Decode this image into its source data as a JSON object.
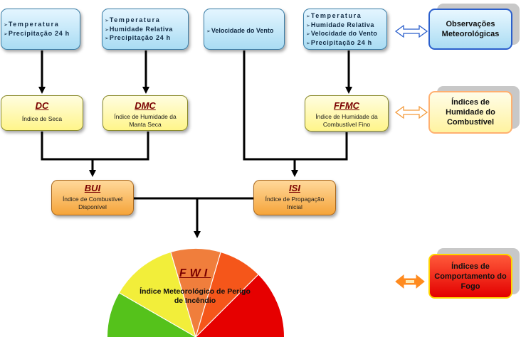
{
  "observations": {
    "dc": [
      "Temperatura",
      "Precipitação 24 h"
    ],
    "dmc": [
      "Temperatura",
      "Humidade Relativa",
      "Precipitação 24 h"
    ],
    "isi": [
      "Velocidade do Vento"
    ],
    "ffmc": [
      "Temperatura",
      "Humidade Relativa",
      "Velocidade do Vento",
      "Precipitação 24 h"
    ]
  },
  "codes": {
    "dc": {
      "abbr": "DC",
      "desc": "Índice de Seca"
    },
    "dmc": {
      "abbr": "DMC",
      "desc": "Índice de Humidade da Manta Seca"
    },
    "ffmc": {
      "abbr": "FFMC",
      "desc": "Índice de Humidade da Combustível Fino"
    }
  },
  "combined": {
    "bui": {
      "abbr": "BUI",
      "desc": "Índice de Combustível Disponível"
    },
    "isi": {
      "abbr": "ISI",
      "desc": "Índice de Propagação Inicial"
    }
  },
  "fwi": {
    "abbr": "FWI",
    "desc": "Índice Meteorológico de Perigo de Incêndio"
  },
  "legend": {
    "observations": "Observações Meteorológicas",
    "fuel_moisture": "Índices de Humidade do Combustível",
    "fire_behaviour": "Índices de Comportamento do Fogo"
  },
  "colors": {
    "observation": "#a9dcf3",
    "fuel_index": "#fff58a",
    "behaviour_index": "#f5a43a",
    "gauge": [
      "#55c21b",
      "#f2ee3a",
      "#f07e3c",
      "#f5561a",
      "#e60000"
    ]
  }
}
